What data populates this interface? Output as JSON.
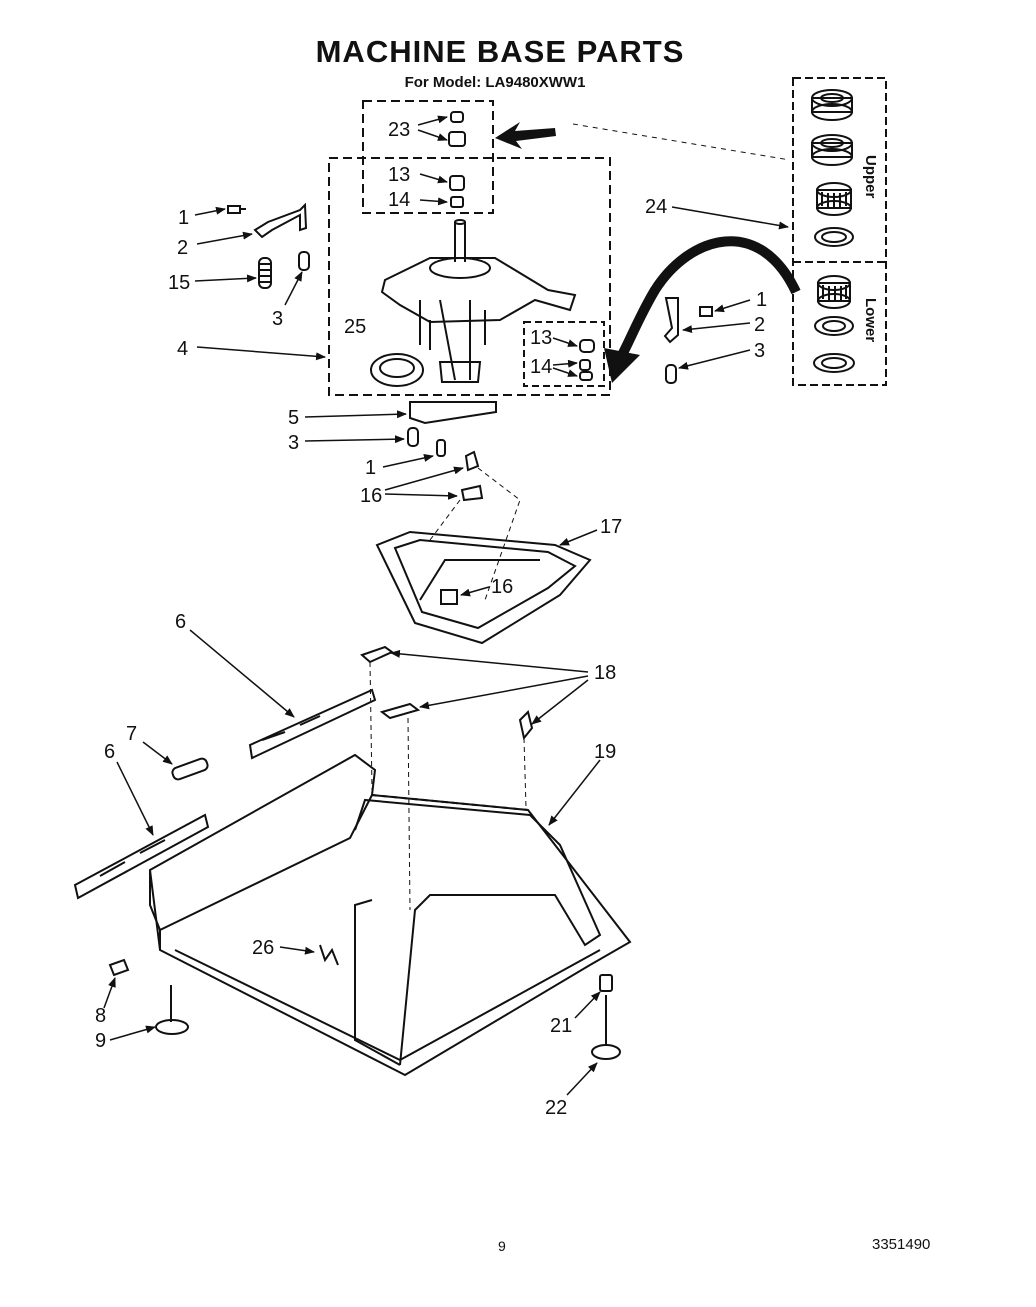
{
  "header": {
    "title": "MACHINE BASE PARTS",
    "subtitle": "For Model: LA9480XWW1"
  },
  "callouts": [
    {
      "id": "c23",
      "text": "23"
    },
    {
      "id": "c13a",
      "text": "13"
    },
    {
      "id": "c14a",
      "text": "14"
    },
    {
      "id": "c1a",
      "text": "1"
    },
    {
      "id": "c2a",
      "text": "2"
    },
    {
      "id": "c15",
      "text": "15"
    },
    {
      "id": "c3a",
      "text": "3"
    },
    {
      "id": "c25",
      "text": "25"
    },
    {
      "id": "c4",
      "text": "4"
    },
    {
      "id": "c13b",
      "text": "13"
    },
    {
      "id": "c14b",
      "text": "14"
    },
    {
      "id": "c24",
      "text": "24"
    },
    {
      "id": "c1b",
      "text": "1"
    },
    {
      "id": "c2b",
      "text": "2"
    },
    {
      "id": "c3b",
      "text": "3"
    },
    {
      "id": "c5",
      "text": "5"
    },
    {
      "id": "c3c",
      "text": "3"
    },
    {
      "id": "c1c",
      "text": "1"
    },
    {
      "id": "c16a",
      "text": "16"
    },
    {
      "id": "c17",
      "text": "17"
    },
    {
      "id": "c16b",
      "text": "16"
    },
    {
      "id": "c6a",
      "text": "6"
    },
    {
      "id": "c18",
      "text": "18"
    },
    {
      "id": "c7",
      "text": "7"
    },
    {
      "id": "c6b",
      "text": "6"
    },
    {
      "id": "c19",
      "text": "19"
    },
    {
      "id": "c26",
      "text": "26"
    },
    {
      "id": "c8",
      "text": "8"
    },
    {
      "id": "c9",
      "text": "9"
    },
    {
      "id": "c21",
      "text": "21"
    },
    {
      "id": "c22",
      "text": "22"
    }
  ],
  "bearing_kit": {
    "upper_label": "Upper",
    "lower_label": "Lower"
  },
  "footer": {
    "page_number": "9",
    "doc_number": "3351490"
  }
}
